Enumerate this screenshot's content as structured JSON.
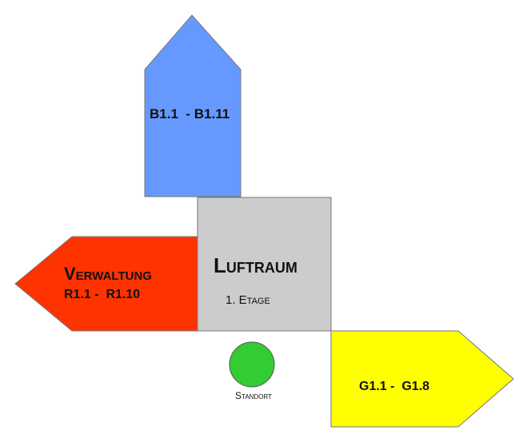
{
  "blue_arrow": {
    "label": "B1.1  - B1.11",
    "color": "#6699ff"
  },
  "red_arrow": {
    "title": "Verwaltung",
    "range": "R1.1 -  R1.10",
    "color": "#ff3300"
  },
  "center_box": {
    "title": "Luftraum",
    "subtitle": "1. Etage",
    "color": "#cccccc"
  },
  "yellow_arrow": {
    "label": "G1.1 -  G1.8",
    "color": "#ffff00"
  },
  "location_marker": {
    "label": "Standort",
    "color": "#33cc33"
  }
}
